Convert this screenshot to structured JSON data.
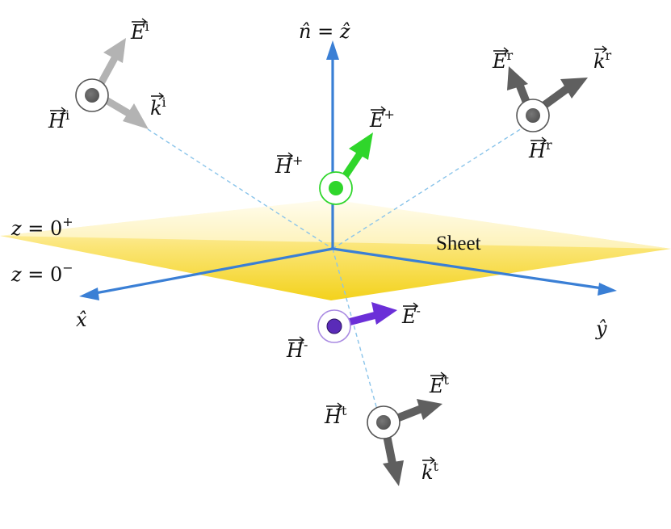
{
  "colors": {
    "axis": "#3a7fd5",
    "ray": "#8ac4ea",
    "sheet_edge": "#fff3c0",
    "sheet_mid": "#fbe46a",
    "sheet_dark": "#f2cf19",
    "incident": "#b3b3b3",
    "reflected": "#5f5f5f",
    "transmitted": "#5f5f5f",
    "plus": "#2fd62b",
    "minus": "#6b2fd8"
  },
  "axes": {
    "normal": {
      "base": "n̂",
      "eq": " = ",
      "rhs": "ẑ"
    },
    "x": "x̂",
    "y": "ŷ"
  },
  "sheet": {
    "label": "Sheet"
  },
  "planes": {
    "upper": {
      "lhs": "z",
      "eq": " = 0",
      "sup": "+"
    },
    "lower": {
      "lhs": "z",
      "eq": " = 0",
      "sup": "−"
    }
  },
  "waves": {
    "incident": {
      "E": "E",
      "E_sup": "i",
      "H": "H",
      "H_sup": "i",
      "k": "k",
      "k_sup": "i"
    },
    "reflected": {
      "E": "E",
      "E_sup": "r",
      "H": "H",
      "H_sup": "r",
      "k": "k",
      "k_sup": "r"
    },
    "transmitted": {
      "E": "E",
      "E_sup": "t",
      "H": "H",
      "H_sup": "t",
      "k": "k",
      "k_sup": "t"
    },
    "plus": {
      "E": "E",
      "E_sup": "+",
      "H": "H",
      "H_sup": "+"
    },
    "minus": {
      "E": "E",
      "E_sup": "-",
      "H": "H",
      "H_sup": "-"
    }
  }
}
